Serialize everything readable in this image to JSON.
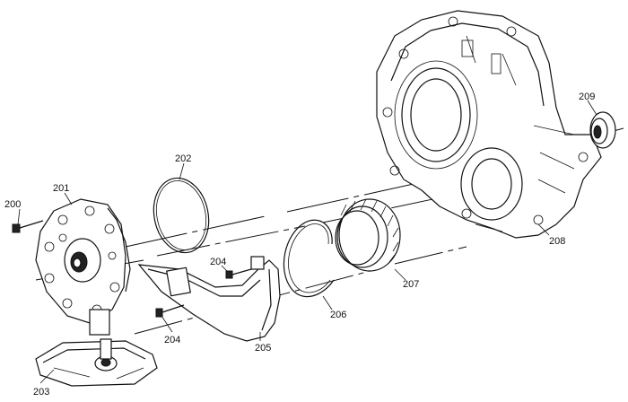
{
  "callouts": {
    "c200": "200",
    "c201": "201",
    "c202": "202",
    "c203": "203",
    "c204a": "204",
    "c204b": "204",
    "c205": "205",
    "c206": "206",
    "c207": "207",
    "c208": "208",
    "c209": "209"
  },
  "colors": {
    "line": "#111111",
    "background": "#ffffff"
  }
}
